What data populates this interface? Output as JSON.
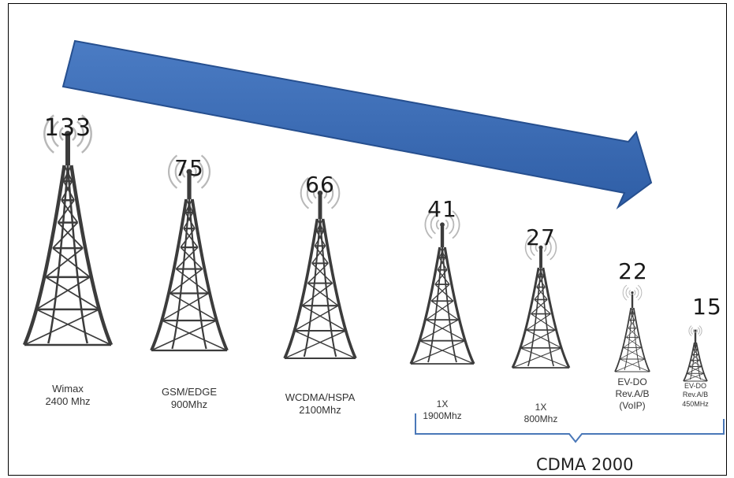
{
  "towers": [
    {
      "value": "133",
      "label_lines": [
        "Wimax",
        "2400 Mhz"
      ]
    },
    {
      "value": "75",
      "label_lines": [
        "GSM/EDGE",
        "900Mhz"
      ]
    },
    {
      "value": "66",
      "label_lines": [
        "WCDMA/HSPA",
        "2100Mhz"
      ]
    },
    {
      "value": "41",
      "label_lines": [
        "1X",
        "1900Mhz"
      ]
    },
    {
      "value": "27",
      "label_lines": [
        "1X",
        "800Mhz"
      ]
    },
    {
      "value": "22",
      "label_lines": [
        "EV-DO",
        "Rev.A/B",
        "(VoIP)"
      ]
    },
    {
      "value": "15",
      "label_lines": [
        "EV-DO",
        "Rev.A/B",
        "450MHz"
      ]
    }
  ],
  "group": {
    "label": "CDMA 2000"
  },
  "colors": {
    "arrow_fill": "#3a6bb5",
    "arrow_stroke": "#264f8f",
    "tower": "#3c3c3c",
    "bracket": "#4a78b8"
  }
}
